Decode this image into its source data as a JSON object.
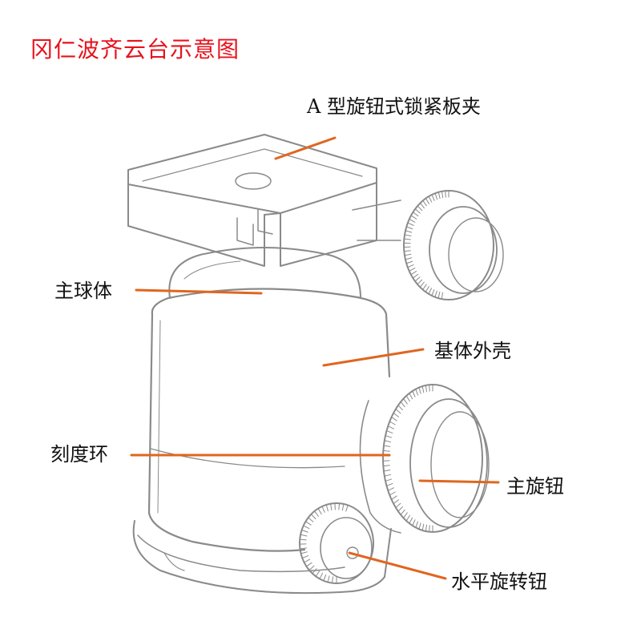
{
  "title": "冈仁波齐云台示意图",
  "colors": {
    "title": "#e8121c",
    "leader": "#e0661f",
    "sketch": "#8a8a8a",
    "sketch_dark": "#4a4a4a"
  },
  "labels": {
    "clamp": "A 型旋钮式锁紧板夹",
    "ball": "主球体",
    "body": "基体外壳",
    "ring": "刻度环",
    "main_knob": "主旋钮",
    "pan_knob": "水平旋转钮"
  }
}
